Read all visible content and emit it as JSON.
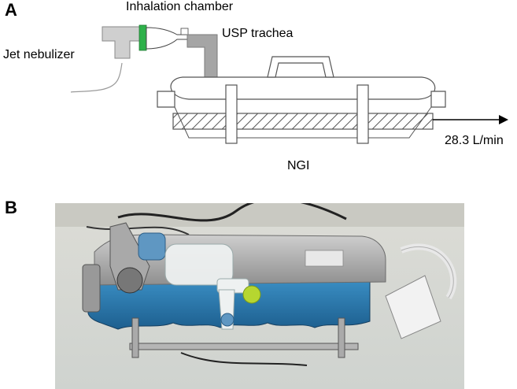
{
  "panel_a": {
    "letter": "A",
    "labels": {
      "inhalation_chamber": "Inhalation chamber",
      "usp_trachea": "USP trachea",
      "jet_nebulizer": "Jet nebulizer",
      "flow_rate": "28.3 L/min",
      "ngi": "NGI"
    }
  },
  "panel_b": {
    "letter": "B"
  },
  "colors": {
    "mouthpiece_green": "#2eb14a",
    "nebulizer_gray": "#c8c8c8",
    "trachea_gray": "#a0a0a0",
    "ngi_blue": "#2b7fb8",
    "nebulizer_cap_green": "#b6d630"
  }
}
